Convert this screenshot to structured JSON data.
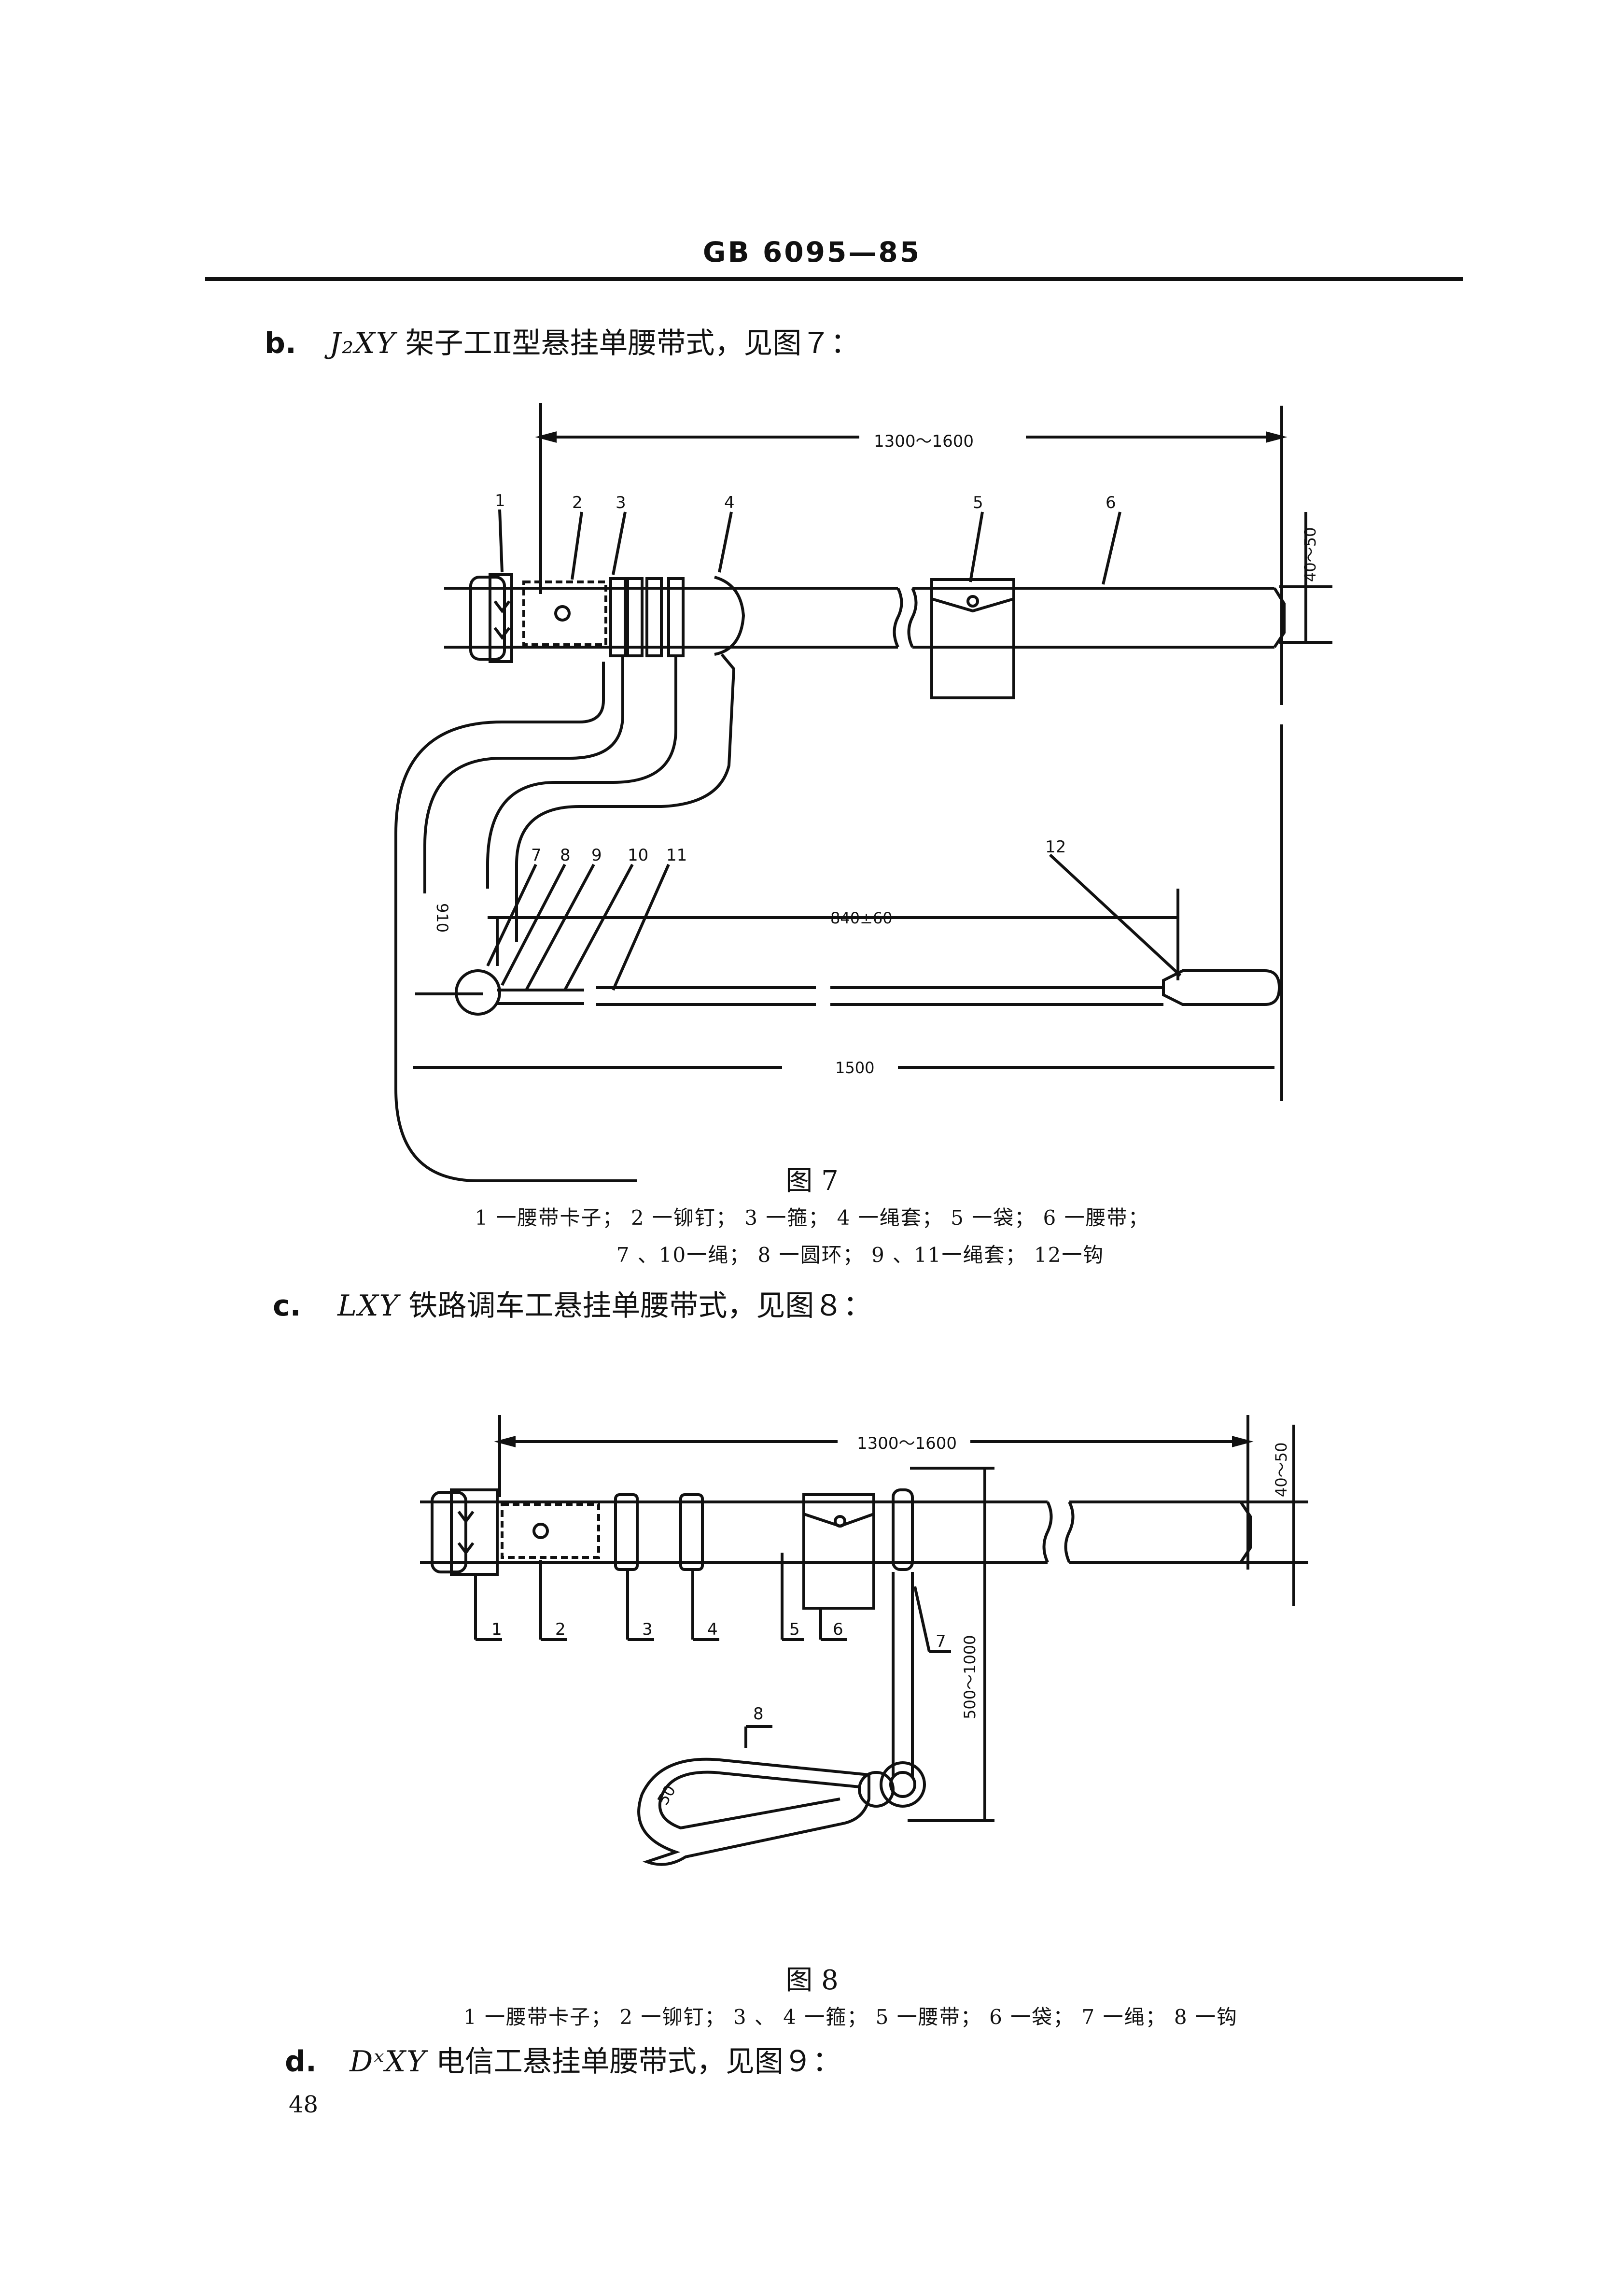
{
  "header": {
    "standard": "GB 6095—85"
  },
  "sections": [
    {
      "label": "b.",
      "code": "J₂XY",
      "text": "架子工Ⅱ型悬挂单腰带式，见图７："
    },
    {
      "label": "c.",
      "code": "LXY",
      "text": "铁路调车工悬挂单腰带式，见图８："
    },
    {
      "label": "d.",
      "code": "DˣXY",
      "text": "电信工悬挂单腰带式，见图９："
    }
  ],
  "figure7": {
    "title": "图 7",
    "legend_line1": "1 一腰带卡子； 2 一铆钉； 3 一箍； 4 一绳套； 5 一袋； 6 一腰带；",
    "legend_line2": "7 、10一绳； 8 一圆环； 9 、11一绳套； 12一钩",
    "dims": {
      "belt_length": "1300～1600",
      "belt_width": "40～50",
      "lanyard": "840±60",
      "total": "1500",
      "drop": "910"
    },
    "part_numbers": [
      "1",
      "2",
      "3",
      "4",
      "5",
      "6",
      "7",
      "8",
      "9",
      "10",
      "11",
      "12"
    ]
  },
  "figure8": {
    "title": "图 8",
    "legend": "1 一腰带卡子； 2 一铆钉； 3 、 4 一箍； 5 一腰带； 6 一袋； 7 一绳； 8 一钩",
    "dims": {
      "belt_length": "1300～1600",
      "belt_width": "40～50",
      "rope": "500～1000",
      "hook": "50"
    },
    "part_numbers": [
      "1",
      "2",
      "3",
      "4",
      "5",
      "6",
      "7",
      "8"
    ]
  },
  "page_number": "48"
}
